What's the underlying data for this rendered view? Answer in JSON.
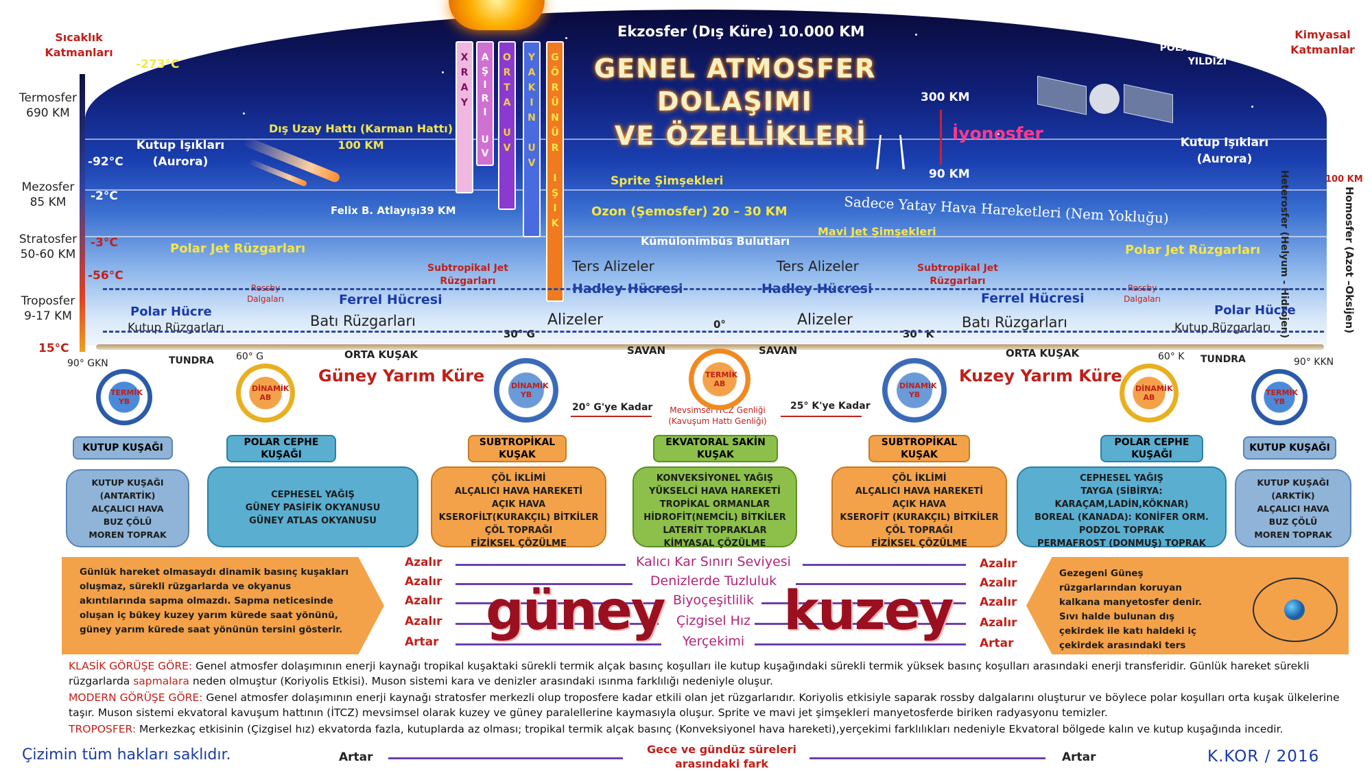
{
  "title_lines": [
    "GENEL ATMOSFER",
    "DOLAŞIMI",
    "VE ÖZELLİKLERİ"
  ],
  "exosphere": "Ekzosfer (Dış Küre) 10.000 KM",
  "left_scale": {
    "header": "Sıcaklık Katmanları",
    "layers": [
      {
        "name": "Termosfer",
        "height": "690 KM"
      },
      {
        "name": "Mezosfer",
        "height": "85 KM"
      },
      {
        "name": "Stratosfer",
        "height": "50-60 KM"
      },
      {
        "name": "Troposfer",
        "height": "9-17 KM"
      }
    ],
    "temps": [
      "-273°C",
      "-92°C",
      "-2°C",
      "-3°C",
      "-56°C",
      "15°C"
    ]
  },
  "right_scale": {
    "header": "Kimyasal Katmanlar",
    "upper": "Heterosfer (Helyum - Hidrojen)",
    "boundary": "100 KM",
    "lower": "Homosfer (Azot –Oksijen)"
  },
  "radiation": [
    {
      "label": "XRAY",
      "color": "#e8a8d8"
    },
    {
      "label": "AŞIRI UV",
      "color": "#d070d0"
    },
    {
      "label": "ORTA UV",
      "color": "#8a3ad0"
    },
    {
      "label": "YAKIN UV",
      "color": "#4a6ae0"
    },
    {
      "label": "GÖRÜNÜR IŞIK",
      "color": "#f07a20"
    }
  ],
  "sky_labels": {
    "aurora_left": "Kutup Işıkları (Aurora)",
    "aurora_right": "Kutup Işıkları (Aurora)",
    "karman": "Dış Uzay Hattı (Karman Hattı) 100 KM",
    "felix": "Felix B. Atlayışı39 KM",
    "sprite": "Sprite Şimşekleri",
    "ozone": "Ozon (Şemosfer) 20 – 30 KM",
    "cumulo": "Kümülonimbüs Bulutları",
    "polaris": "POLARIS (KUTUP) YILDIZI",
    "km300": "300 KM",
    "km90": "90 KM",
    "ionosphere": "İyonosfer",
    "horizontal": "Sadece Yatay Hava Hareketleri (Nem Yokluğu)",
    "blue_jet": "Mavi Jet Şimşekleri",
    "polar_jet_left": "Polar Jet Rüzgarları",
    "polar_jet_right": "Polar Jet Rüzgarları",
    "subtrop_left": "Subtropikal Jet Rüzgarları",
    "subtrop_right": "Subtropikal Jet Rüzgarları",
    "rossby_left": "Rossby Dalgaları",
    "rossby_right": "Rossby Dalgaları",
    "ters_left": "Ters Alizeler",
    "ters_right": "Ters Alizeler",
    "hadley_left": "Hadley Hücresi",
    "hadley_right": "Hadley Hücresi",
    "ferrel_left": "Ferrel Hücresi",
    "ferrel_right": "Ferrel Hücresi",
    "polar_cell_left": "Polar Hücre",
    "polar_cell_right": "Polar Hücre",
    "kutup_left": "Kutup Rüzgarları",
    "kutup_right": "Kutup Rüzgarları",
    "bati_left": "Batı Rüzgarları",
    "bati_right": "Batı Rüzgarları",
    "alize_left": "Alizeler",
    "alize_right": "Alizeler",
    "lat30g": "30° G",
    "lat0": "0°",
    "lat30k": "30° K"
  },
  "ground_labels": {
    "gkn": "90° GKN",
    "kkn": "90° KKN",
    "tundra_l": "TUNDRA",
    "tundra_r": "TUNDRA",
    "orta_l": "ORTA KUŞAK",
    "orta_r": "ORTA KUŞAK",
    "savan_l": "SAVAN",
    "savan_r": "SAVAN",
    "lat60g": "60° G",
    "lat60k": "60° K",
    "south_hemi": "Güney Yarım Küre",
    "north_hemi": "Kuzey Yarım Küre",
    "to20g": "20° G'ye Kadar",
    "to25k": "25° K'ye Kadar",
    "itcz": "Mevsimsel ITCZ Genliği (Kavuşum Hattı Genliği)"
  },
  "pressure_centers": [
    {
      "label": "TERMİK YB",
      "type": "thermal-high"
    },
    {
      "label": "DİNAMİK AB",
      "type": "dynamic-low"
    },
    {
      "label": "DİNAMİK YB",
      "type": "dynamic-high"
    },
    {
      "label": "TERMİK AB",
      "type": "thermal-low"
    },
    {
      "label": "DİNAMİK YB",
      "type": "dynamic-high"
    },
    {
      "label": "DİNAMİK AB",
      "type": "dynamic-low"
    },
    {
      "label": "TERMİK YB",
      "type": "thermal-high"
    }
  ],
  "belts": [
    {
      "title": "KUTUP KUŞAĞI",
      "lines": [
        "KUTUP KUŞAĞI",
        "(ANTARTİK)",
        "ALÇALICI HAVA",
        "BUZ ÇÖLÜ",
        "MOREN TOPRAK"
      ],
      "color": "#8fb4d8",
      "title_color": "#8fb4d8"
    },
    {
      "title": "POLAR CEPHE KUŞAĞI",
      "lines": [
        "CEPHESEL YAĞIŞ",
        "GÜNEY PASİFİK OKYANUSU",
        "GÜNEY ATLAS OKYANUSU"
      ],
      "color": "#5aaed0",
      "title_color": "#5aaed0"
    },
    {
      "title": "SUBTROPİKAL KUŞAK",
      "lines": [
        "ÇÖL İKLİMİ",
        "ALÇALICI HAVA HAREKETİ",
        "AÇIK HAVA",
        "KSEROFİLT(KURAKÇIL) BİTKİLER",
        "ÇÖL TOPRAĞI",
        "FİZİKSEL ÇÖZÜLME"
      ],
      "color": "#f3a24a",
      "title_color": "#f3a24a"
    },
    {
      "title": "EKVATORAL SAKİN KUŞAK",
      "lines": [
        "KONVEKSİYONEL YAĞIŞ",
        "YÜKSELCİ HAVA HAREKETİ",
        "TROPİKAL ORMANLAR",
        "HİDROFİT(NEMCİL) BİTKİLER",
        "LATERİT TOPRAKLAR",
        "KİMYASAL ÇÖZÜLME"
      ],
      "color": "#8cc04a",
      "title_color": "#8cc04a"
    },
    {
      "title": "SUBTROPİKAL KUŞAK",
      "lines": [
        "ÇÖL İKLİMİ",
        "ALÇALICI HAVA HAREKETİ",
        "AÇIK HAVA",
        "KSEROFİT (KURAKÇIL) BİTKİLER",
        "ÇÖL TOPRAĞI",
        "FİZİKSEL ÇÖZÜLME"
      ],
      "color": "#f3a24a",
      "title_color": "#f3a24a"
    },
    {
      "title": "POLAR CEPHE KUŞAĞI",
      "lines": [
        "CEPHESEL YAĞIŞ",
        "TAYGA (SİBİRYA:",
        "KARAÇAM,LADİN,KÖKNAR)",
        "BOREAL (KANADA): KONİFER ORM.",
        "PODZOL TOPRAK",
        "PERMAFROST (DONMUŞ) TOPRAK"
      ],
      "color": "#5aaed0",
      "title_color": "#5aaed0"
    },
    {
      "title": "KUTUP KUŞAĞI",
      "lines": [
        "KUTUP KUŞAĞI",
        "(ARKTİK)",
        "ALÇALICI HAVA",
        "BUZ ÇÖLÜ",
        "MOREN TOPRAK"
      ],
      "color": "#8fb4d8",
      "title_color": "#8fb4d8"
    }
  ],
  "trends": {
    "left": [
      "Azalır",
      "Azalır",
      "Azalır",
      "Azalır",
      "Artar"
    ],
    "middle": [
      "Kalıcı Kar Sınırı Seviyesi",
      "Denizlerde Tuzluluk",
      "Biyoçeşitlilik",
      "Çizgisel Hız",
      "Yerçekimi"
    ],
    "right": [
      "Azalır",
      "Azalır",
      "Azalır",
      "Azalır",
      "Artar"
    ],
    "south_word": "güney",
    "north_word": "kuzey"
  },
  "note_left": "Günlük hareket olmasaydı dinamik basınç kuşakları oluşmaz, sürekli rüzgarlarda ve okyanus akıntılarında sapma olmazdı. Sapma neticesinde oluşan iç bükey kuzey yarım kürede saat yönünü, güney yarım kürede saat yönünün tersini gösterir.",
  "note_right": "Gezegeni Güneş rüzgarlarından koruyan kalkana manyetosfer denir. Sıvı halde bulunan dış çekirdek ile katı haldeki iç çekirdek arasındaki ters etkileşim sayesinde oluşur.",
  "footer": {
    "klasik_label": "KLASİK GÖRÜŞE GÖRE:",
    "klasik_text_1": "Genel atmosfer dolaşımının enerji kaynağı tropikal kuşaktaki sürekli termik alçak basınç koşulları ile kutup kuşağındaki sürekli termik yüksek basınç koşulları arasındaki enerji transferidir. Günlük hareket sürekli rüzgarlarda",
    "sapma": "sapmalara",
    "klasik_text_2": "neden olmuştur (Koriyolis Etkisi). Muson sistemi kara ve denizler arasındaki ısınma farklılığı nedeniyle oluşur.",
    "modern_label": "MODERN GÖRÜŞE GÖRE:",
    "modern_text": "Genel atmosfer dolaşımının enerji kaynağı stratosfer merkezli olup troposfere kadar etkili olan jet rüzgarlarıdır. Koriyolis etkisiyle saparak rossby dalgalarını oluşturur ve böylece polar koşulları orta kuşak ülkelerine taşır. Muson sistemi ekvatoral kavuşum hattının (İTCZ) mevsimsel olarak kuzey ve güney paralellerine kaymasıyla oluşur. Sprite ve mavi jet şimşekleri manyetosferde biriken radyasyonu temizler.",
    "tropo_label": "TROPOSFER:",
    "tropo_text": "Merkezkaç etkisinin (Çizgisel hız) ekvatorda fazla, kutuplarda az olması; tropikal termik alçak basınç (Konveksiyonel hava hareketi),yerçekimi farklılıkları nedeniyle Ekvatoral bölgede kalın ve kutup kuşağında incedir.",
    "rights": "Çizimin tüm hakları saklıdır.",
    "artar_left": "Artar",
    "daynight": "Gece ve gündüz süreleri arasındaki fark",
    "artar_right": "Artar",
    "author": "K.KOR / 2016"
  },
  "colors": {
    "accent_red": "#c0201a",
    "purple_arrow": "#6c3fb0",
    "orange_note": "#f3a24a"
  }
}
